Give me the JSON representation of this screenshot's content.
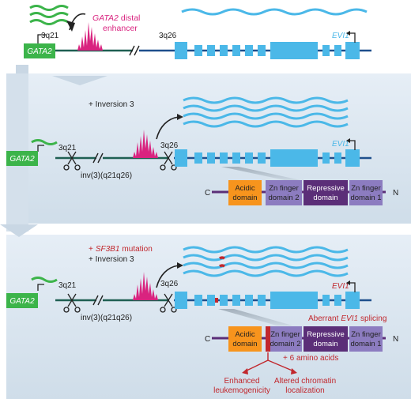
{
  "colors": {
    "gata2_green": "#3cb44a",
    "chromosome_green": "#1f5f52",
    "chromosome_blue": "#1e4f8c",
    "evi1_blue": "#4bb8e8",
    "enhancer_magenta": "#d9237f",
    "acidic_orange": "#f7941d",
    "zinc_finger_lavender": "#8c7cc0",
    "repressive_purple": "#5b2e78",
    "red_annotation": "#c1272d",
    "panel_bg": "#dde8f2",
    "arrow_bg": "#cfdde9"
  },
  "icons": [
    "scissors-icon",
    "break-symbol-icon",
    "curved-arrow-icon",
    "transcription-start-arrow-icon",
    "down-arrow-icon"
  ],
  "panel1": {
    "gata2_label": "GATA2",
    "enhancer_label_gene": "GATA2",
    "enhancer_label_rest": "distal",
    "enhancer_label_line2": "enhancer",
    "band_left": "3q21",
    "band_right": "3q26",
    "evi1_label": "EVI1"
  },
  "panel2": {
    "event_label": "+ Inversion 3",
    "gata2_label": "GATA2",
    "band_left": "3q21",
    "band_right": "3q26",
    "inversion_label": "inv(3)(q21q26)",
    "evi1_label": "EVI1",
    "protein": {
      "c_terminus": "C",
      "n_terminus": "N",
      "acidic": [
        "Acidic",
        "domain"
      ],
      "zf2": [
        "Zn finger",
        "domain 2"
      ],
      "repressive": [
        "Repressive",
        "domain"
      ],
      "zf1": [
        "Zn finger",
        "domain 1"
      ]
    }
  },
  "panel3": {
    "mutation_label_prefix": "+",
    "mutation_label_gene": "SF3B1",
    "mutation_label_suffix": "mutation",
    "event_label": "+ Inversion 3",
    "gata2_label": "GATA2",
    "band_left": "3q21",
    "band_right": "3q26",
    "inversion_label": "inv(3)(q21q26)",
    "evi1_label": "EVI1",
    "splicing_label_prefix": "Aberrant",
    "splicing_label_gene": "EVI1",
    "splicing_label_suffix": "splicing",
    "protein": {
      "c_terminus": "C",
      "n_terminus": "N",
      "acidic": [
        "Acidic",
        "domain"
      ],
      "zf2": [
        "Zn finger",
        "domain 2"
      ],
      "repressive": [
        "Repressive",
        "domain"
      ],
      "zf1": [
        "Zn finger",
        "domain 1"
      ]
    },
    "insertion_label": "+ 6 amino acids",
    "outcome_left": [
      "Enhanced",
      "leukemogenicity"
    ],
    "outcome_right": [
      "Altered chromatin",
      "localization"
    ]
  }
}
